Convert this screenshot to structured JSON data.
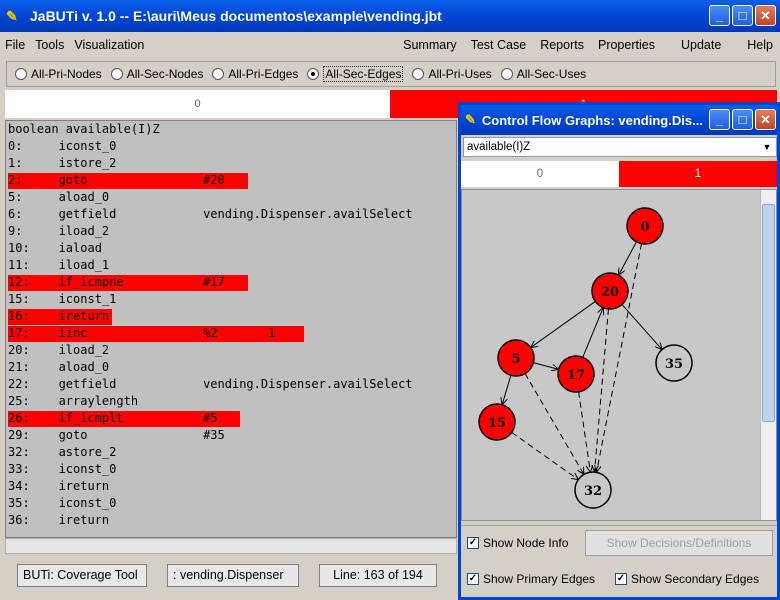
{
  "window": {
    "title": "JaBUTi v. 1.0 -- E:\\auri\\Meus documentos\\example\\vending.jbt",
    "icon": "jabuti-icon"
  },
  "menu": {
    "left": [
      "File",
      "Tools",
      "Visualization"
    ],
    "right": [
      "Summary",
      "Test Case",
      "Reports",
      "Properties",
      "Update",
      "Help"
    ]
  },
  "criteria": {
    "options": [
      "All-Pri-Nodes",
      "All-Sec-Nodes",
      "All-Pri-Edges",
      "All-Sec-Edges",
      "All-Pri-Uses",
      "All-Sec-Uses"
    ],
    "selected": "All-Sec-Edges"
  },
  "weight_bar": {
    "segments": [
      {
        "label": "0",
        "color": "#ffffff"
      },
      {
        "label": "1",
        "color": "#ff0000"
      }
    ]
  },
  "code": {
    "lines": [
      {
        "text": "boolean available(I)Z",
        "highlight": false
      },
      {
        "text": "0:     iconst_0",
        "highlight": false
      },
      {
        "text": "1:     istore_2",
        "highlight": false
      },
      {
        "text": "2:     goto                #20",
        "highlight": true,
        "hl_width": 240
      },
      {
        "text": "5:     aload_0",
        "highlight": false
      },
      {
        "text": "6:     getfield            vending.Dispenser.availSelect",
        "highlight": false
      },
      {
        "text": "9:     iload_2",
        "highlight": false
      },
      {
        "text": "10:    iaload",
        "highlight": false
      },
      {
        "text": "11:    iload_1",
        "highlight": false
      },
      {
        "text": "12:    if_icmpne           #17",
        "highlight": true,
        "hl_width": 240
      },
      {
        "text": "15:    iconst_1",
        "highlight": false
      },
      {
        "text": "16:    ireturn",
        "highlight": true,
        "hl_width": 104
      },
      {
        "text": "17:    iinc                %2       1",
        "highlight": true,
        "hl_width": 296
      },
      {
        "text": "20:    iload_2",
        "highlight": false
      },
      {
        "text": "21:    aload_0",
        "highlight": false
      },
      {
        "text": "22:    getfield            vending.Dispenser.availSelect",
        "highlight": false
      },
      {
        "text": "25:    arraylength",
        "highlight": false
      },
      {
        "text": "26:    if_icmplt           #5",
        "highlight": true,
        "hl_width": 232
      },
      {
        "text": "29:    goto                #35",
        "highlight": false
      },
      {
        "text": "32:    astore_2",
        "highlight": false
      },
      {
        "text": "33:    iconst_0",
        "highlight": false
      },
      {
        "text": "34:    ireturn",
        "highlight": false
      },
      {
        "text": "35:    iconst_0",
        "highlight": false
      },
      {
        "text": "36:    ireturn",
        "highlight": false
      }
    ]
  },
  "status": {
    "tool": "BUTi: Coverage Tool",
    "class": ": vending.Dispenser",
    "line": "Line: 163 of 194"
  },
  "cfg_window": {
    "title": "Control Flow Graphs: vending.Dis...",
    "method": "available(I)Z",
    "bar": [
      {
        "label": "0",
        "color": "#ffffff"
      },
      {
        "label": "1",
        "color": "#ff0000"
      }
    ],
    "show_node_info": "Show Node Info",
    "show_decisions": "Show Decisions/Definitions",
    "show_primary": "Show Primary Edges",
    "show_secondary": "Show Secondary Edges",
    "node_info_checked": true,
    "primary_checked": true,
    "secondary_checked": true
  },
  "graph": {
    "nodes": [
      {
        "id": "0",
        "color": "#ff0000"
      },
      {
        "id": "20",
        "color": "#ff0000"
      },
      {
        "id": "5",
        "color": "#ff0000"
      },
      {
        "id": "17",
        "color": "#ff0000"
      },
      {
        "id": "35",
        "color": "#c8c8c8"
      },
      {
        "id": "15",
        "color": "#ff0000"
      },
      {
        "id": "32",
        "color": "#c8c8c8"
      }
    ],
    "primary_edges": [
      [
        "0",
        "20"
      ],
      [
        "20",
        "5"
      ],
      [
        "20",
        "35"
      ],
      [
        "5",
        "17"
      ],
      [
        "5",
        "15"
      ],
      [
        "17",
        "20"
      ]
    ],
    "secondary_edges": [
      [
        "0",
        "32"
      ],
      [
        "20",
        "32"
      ],
      [
        "5",
        "32"
      ],
      [
        "17",
        "32"
      ],
      [
        "15",
        "32"
      ]
    ]
  },
  "colors": {
    "covered": "#ff0000",
    "titlebar": "#0046d5"
  }
}
